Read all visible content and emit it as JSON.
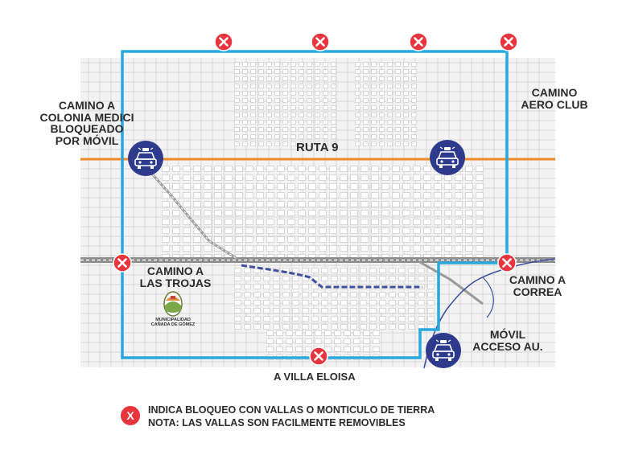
{
  "labels": {
    "ruta9": "RUTA 9",
    "colonia_medici": [
      "CAMINO A",
      "COLONIA MEDICI",
      "BLOQUEADO",
      "POR MÓVIL"
    ],
    "aero_club": [
      "CAMINO",
      "AERO CLUB"
    ],
    "las_trojas": [
      "CAMINO A",
      "LAS TROJAS"
    ],
    "correa": [
      "CAMINO A",
      "CORREA"
    ],
    "movil_acceso": [
      "MÓVIL",
      "ACCESO AU."
    ],
    "villa_eloisa": "A VILLA ELOISA"
  },
  "logo": {
    "line1": "MUNICIPALIDAD",
    "line2": "CAÑADA DE GÓMEZ"
  },
  "legend": {
    "line1": "INDICA BLOQUEO CON VALLAS O MONTICULO DE TIERRA",
    "line2": "NOTA: LAS VALLAS SON FACILMENTE REMOVIBLES",
    "icon_glyph": "X"
  },
  "colors": {
    "perimeter": "#29a8e0",
    "route": "#f0892a",
    "block_marker": "#e8343c",
    "police_marker": "#2e3a8c",
    "railway": "#7a7a7a",
    "canal": "#3f4f9e",
    "streets": "#d2d2d2",
    "text": "#2b2b2b"
  }
}
